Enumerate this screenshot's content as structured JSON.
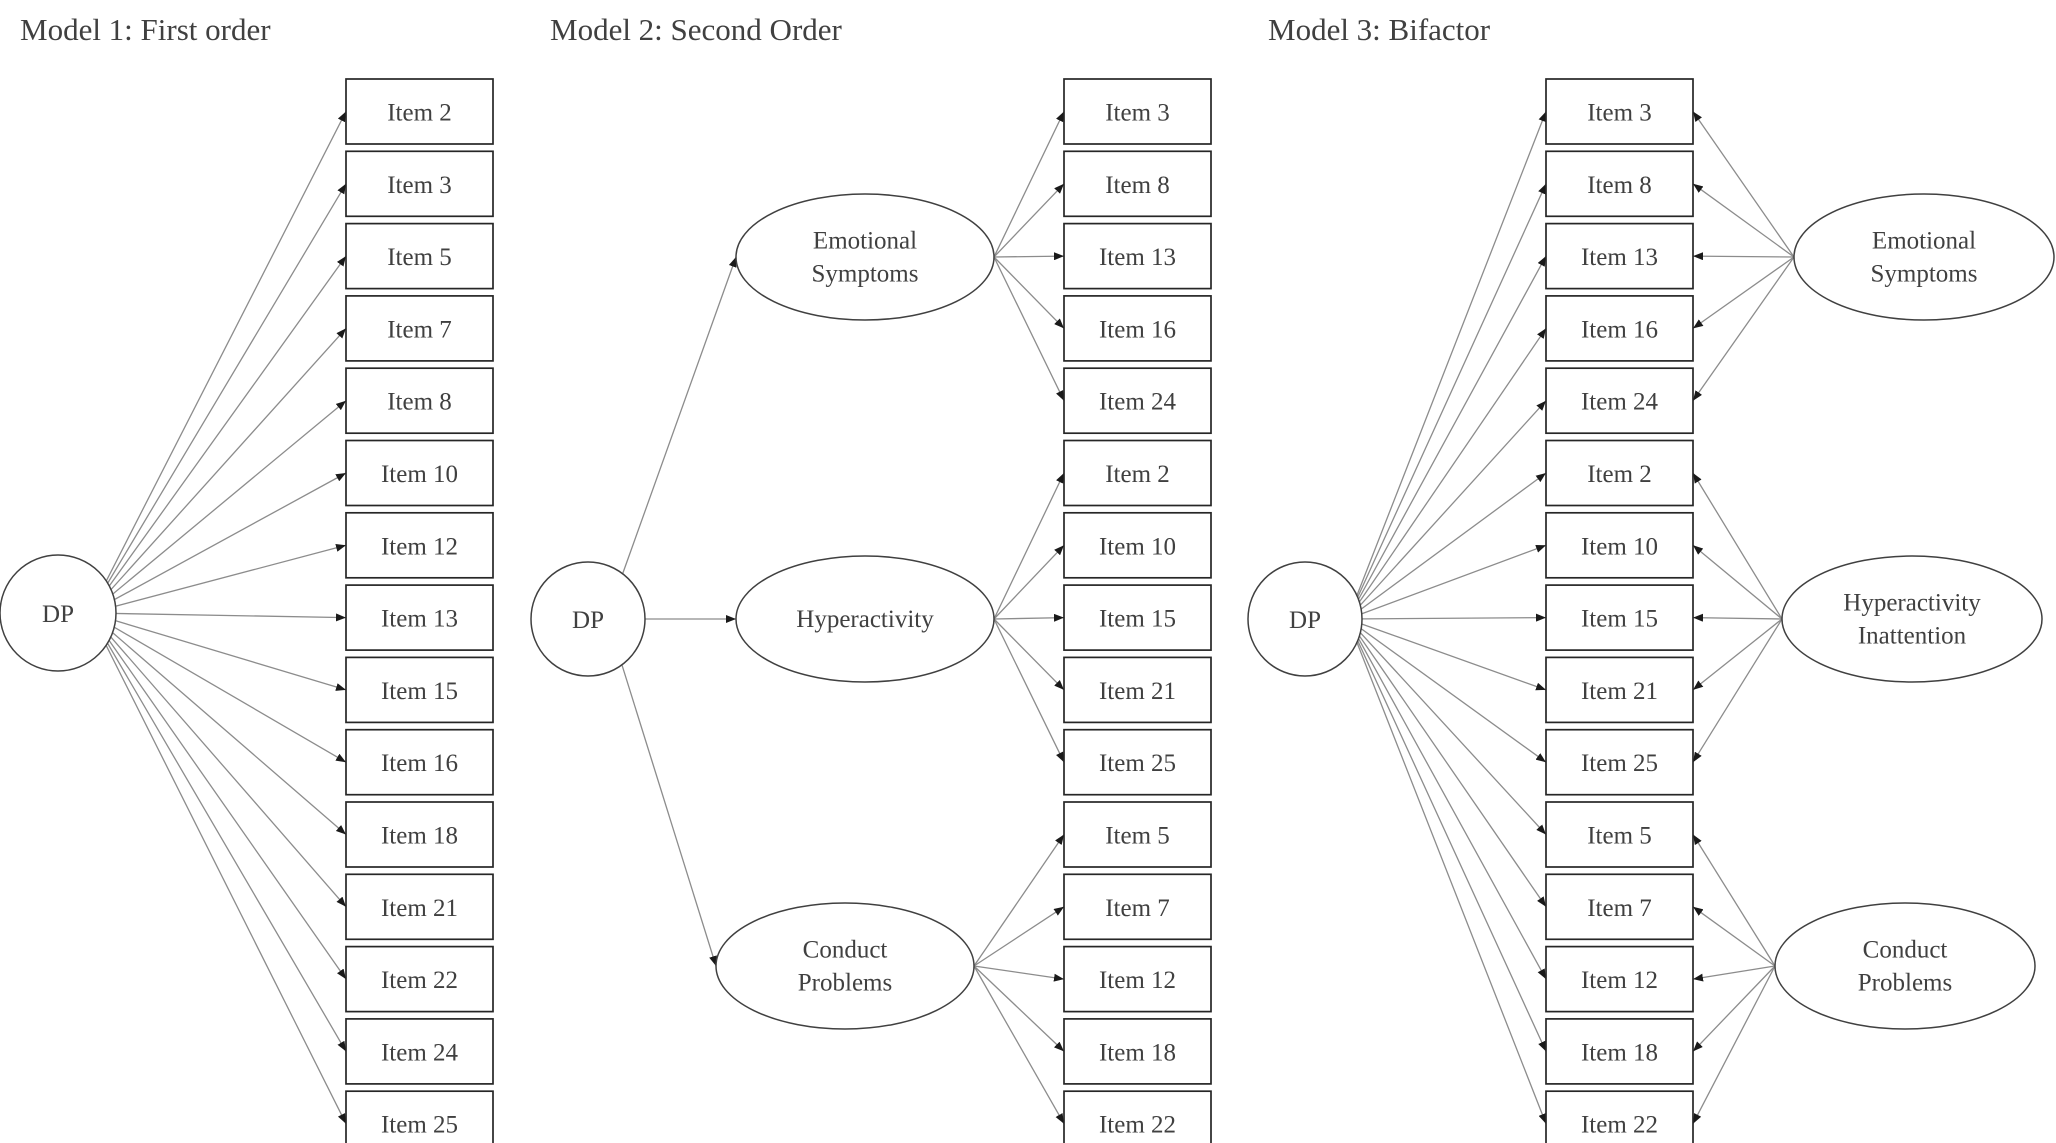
{
  "models": [
    {
      "title": "Model 1: First order",
      "general_factor": "DP",
      "items": [
        "Item 2",
        "Item 3",
        "Item 5",
        "Item 7",
        "Item 8",
        "Item 10",
        "Item 12",
        "Item 13",
        "Item 15",
        "Item 16",
        "Item 18",
        "Item 21",
        "Item 22",
        "Item 24",
        "Item 25"
      ],
      "factors": []
    },
    {
      "title": "Model 2: Second Order",
      "general_factor": "DP",
      "items": [
        "Item 3",
        "Item 8",
        "Item 13",
        "Item 16",
        "Item 24",
        "Item 2",
        "Item 10",
        "Item 15",
        "Item 21",
        "Item 25",
        "Item 5",
        "Item 7",
        "Item 12",
        "Item 18",
        "Item 22"
      ],
      "factors": [
        {
          "lines": [
            "Emotional",
            "Symptoms"
          ],
          "items": [
            0,
            1,
            2,
            3,
            4
          ]
        },
        {
          "lines": [
            "Hyperactivity"
          ],
          "items": [
            5,
            6,
            7,
            8,
            9
          ]
        },
        {
          "lines": [
            "Conduct",
            "Problems"
          ],
          "items": [
            10,
            11,
            12,
            13,
            14
          ]
        }
      ]
    },
    {
      "title": "Model 3: Bifactor",
      "general_factor": "DP",
      "items": [
        "Item 3",
        "Item 8",
        "Item 13",
        "Item 16",
        "Item 24",
        "Item 2",
        "Item 10",
        "Item 15",
        "Item 21",
        "Item 25",
        "Item 5",
        "Item 7",
        "Item 12",
        "Item 18",
        "Item 22"
      ],
      "factors": [
        {
          "lines": [
            "Emotional",
            "Symptoms"
          ],
          "items": [
            0,
            1,
            2,
            3,
            4
          ]
        },
        {
          "lines": [
            "Hyperactivity",
            "Inattention"
          ],
          "items": [
            5,
            6,
            7,
            8,
            9
          ]
        },
        {
          "lines": [
            "Conduct",
            "Problems"
          ],
          "items": [
            10,
            11,
            12,
            13,
            14
          ]
        }
      ]
    }
  ],
  "colors": {
    "box_border": "#262626",
    "ellipse_border": "#404040",
    "path_line": "#8c8c8c",
    "arrow_head": "#1a1a1a",
    "text": "#404040",
    "background": "#ffffff"
  }
}
